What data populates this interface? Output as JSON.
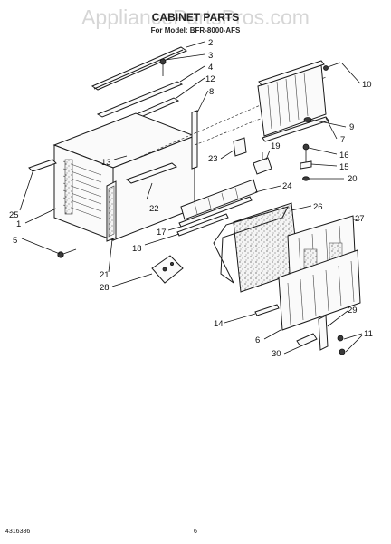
{
  "watermark": "AppliancePartsPros.com",
  "header": {
    "title": "CABINET PARTS",
    "subtitle": "For Model: BFR-8000-AFS"
  },
  "footer": {
    "doc_number": "4316386",
    "page_number": "6"
  },
  "callouts": {
    "c1": "1",
    "c2": "2",
    "c3": "3",
    "c4": "4",
    "c5": "5",
    "c6": "6",
    "c7": "7",
    "c8": "8",
    "c9": "9",
    "c10": "10",
    "c11": "11",
    "c12": "12",
    "c13": "13",
    "c14": "14",
    "c15": "15",
    "c16": "16",
    "c17": "17",
    "c18": "18",
    "c19": "19",
    "c20": "20",
    "c21": "21",
    "c22": "22",
    "c23": "23",
    "c24": "24",
    "c25": "25",
    "c26": "26",
    "c27": "27",
    "c28": "28",
    "c29": "29",
    "c30": "30"
  }
}
